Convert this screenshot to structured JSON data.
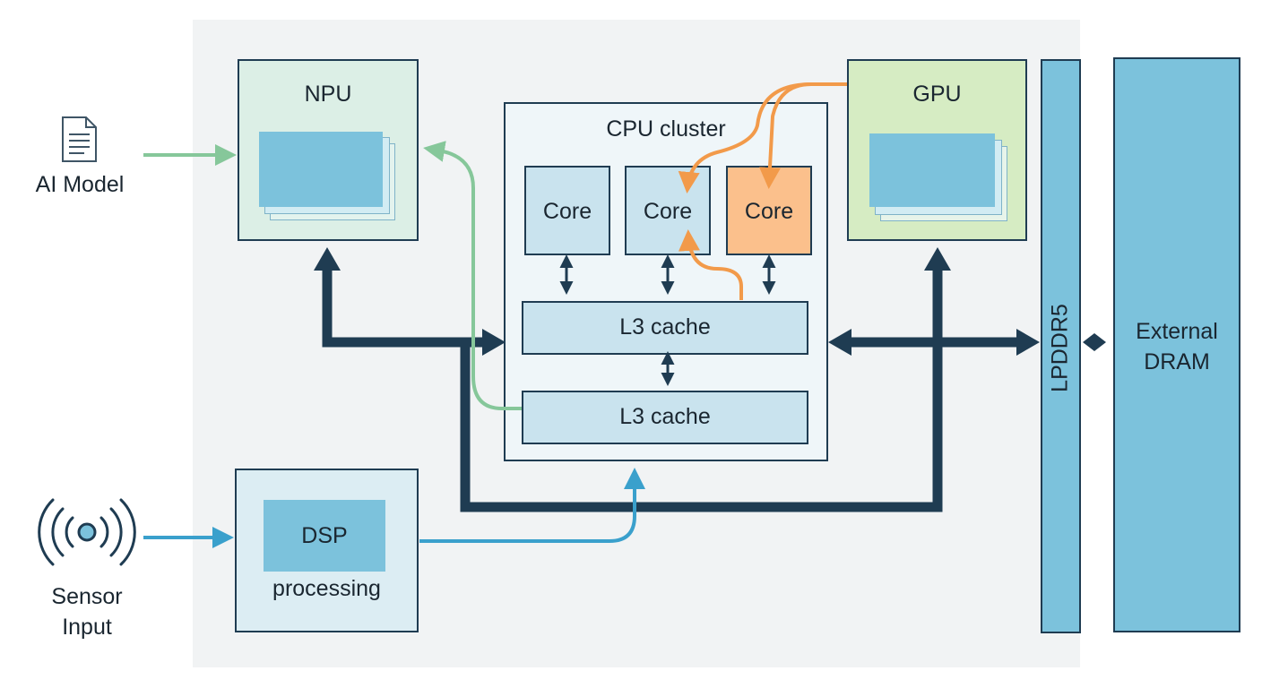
{
  "inputs": {
    "ai_model": "AI Model",
    "sensor_line1": "Sensor",
    "sensor_line2": "Input"
  },
  "blocks": {
    "npu": "NPU",
    "gpu": "GPU",
    "cpu_cluster": "CPU cluster",
    "cores": [
      "Core",
      "Core",
      "Core"
    ],
    "l3_cache_top": "L3 cache",
    "l3_cache_bottom": "L3 cache",
    "dsp": "DSP",
    "dsp_sub": "processing",
    "lpddr": "LPDDR5",
    "dram_line1": "External",
    "dram_line2": "DRAM"
  },
  "colors": {
    "bus": "#1f3c52",
    "ai_path": "#86c79a",
    "gpu_path": "#f29a4a",
    "sensor_path": "#3aa0cc",
    "memory": "#7cc2dc",
    "npu_fill": "#dcefe6",
    "gpu_fill": "#d6ecc3",
    "core_highlight": "#fbc08c"
  }
}
